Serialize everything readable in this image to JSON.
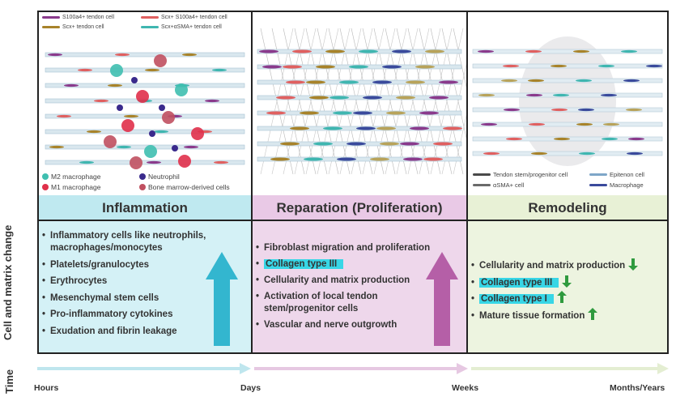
{
  "panels": {
    "inflammation_legend_top": [
      {
        "label": "S100a4+ tendon cell",
        "color": "#8a3a8c"
      },
      {
        "label": "Scx+ S100a4+ tendon cell",
        "color": "#e06060"
      },
      {
        "label": "Scx+ tendon cell",
        "color": "#a8832a"
      },
      {
        "label": "Scx+αSMA+ tendon cell",
        "color": "#3fb6b0"
      }
    ],
    "inflammation_legend_bottom": [
      {
        "label": "M2 macrophage",
        "color": "#3fbfb0"
      },
      {
        "label": "Neutrophil",
        "color": "#3a2a8c"
      },
      {
        "label": "M1 macrophage",
        "color": "#e0304a"
      },
      {
        "label": "Bone marrow-derived cells",
        "color": "#c05060"
      }
    ],
    "remodeling_legend": [
      {
        "label": "Tendon stem/progenitor cell",
        "color": "#4a4a4a"
      },
      {
        "label": "Epitenon cell",
        "color": "#7ea6c8"
      },
      {
        "label": "αSMA+ cell",
        "color": "#6a6a6a"
      },
      {
        "label": "Macrophage",
        "color": "#3a4a9c"
      }
    ]
  },
  "phases": [
    {
      "title": "Inflammation",
      "head_color": "#bfe9f0",
      "body_color": "#d4f1f6",
      "arrow_color": "#33b6cf",
      "bullets": [
        {
          "text": "Inflammatory cells like neutrophils,"
        },
        {
          "text": "macrophages/monocytes",
          "continuation": true
        },
        {
          "text": "Platelets/granulocytes"
        },
        {
          "text": "Erythrocytes"
        },
        {
          "text": "Mesenchymal stem cells"
        },
        {
          "text": "Pro-inflammatory cytokines"
        },
        {
          "text": "Exudation and fibrin leakage"
        }
      ]
    },
    {
      "title": "Reparation (Proliferation)",
      "head_color": "#e9c9e6",
      "body_color": "#eed7eb",
      "arrow_color": "#b55fa7",
      "bullets": [
        {
          "text": "Fibroblast migration and proliferation"
        },
        {
          "text": "Collagen type III",
          "highlight": true
        },
        {
          "text": "Cellularity and matrix production"
        },
        {
          "text": "Activation of local tendon"
        },
        {
          "text": "stem/progenitor cells",
          "continuation": true
        },
        {
          "text": "Vascular and nerve outgrowth"
        }
      ]
    },
    {
      "title": "Remodeling",
      "head_color": "#e8f1d6",
      "body_color": "#edf4e0",
      "arrow_color": "#2f9a3e",
      "bullets": [
        {
          "text": "Cellularity and matrix production",
          "arrow": "down"
        },
        {
          "text": "Collagen type III",
          "highlight": true,
          "arrow": "down"
        },
        {
          "text": "Collagen type I",
          "highlight": true,
          "arrow": "up"
        },
        {
          "text": "Mature tissue formation",
          "arrow": "up"
        }
      ]
    }
  ],
  "side_labels": {
    "row_label": "Cell and matrix change",
    "time_label": "Time"
  },
  "timeline": {
    "labels": [
      "Hours",
      "Days",
      "Weeks",
      "Months/Years"
    ],
    "segment_colors": [
      "#bfe6ee",
      "#e6c8e2",
      "#e4eed2"
    ]
  }
}
